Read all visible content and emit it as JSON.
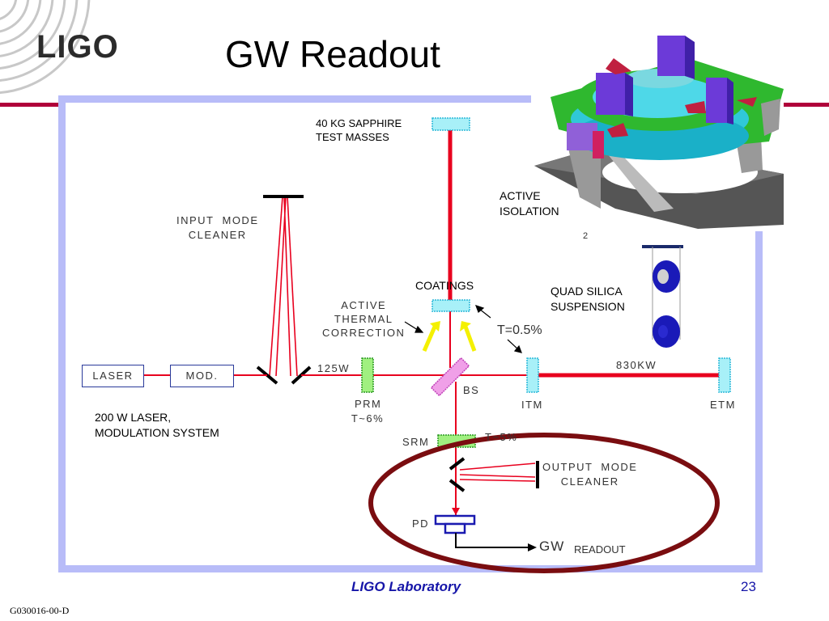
{
  "slide": {
    "title": "GW Readout",
    "logo": "LIGO",
    "footer_lab": "LIGO Laboratory",
    "page_number": "23",
    "doc_code": "G030016-00-D"
  },
  "diagram": {
    "test_masses": "40 KG SAPPHIRE\nTEST MASSES",
    "input_mode_cleaner": "INPUT  MODE\nCLEANER",
    "active_thermal_correction": "ACTIVE\nTHERMAL\nCORRECTION",
    "coatings": "COATINGS",
    "active_isolation": "ACTIVE\nISOLATION",
    "quad_suspension": "QUAD SILICA\nSUSPENSION",
    "transmission_itm": "T=0.5%",
    "power_125": "125W",
    "power_830": "830KW",
    "laser": "LASER",
    "mod": "MOD.",
    "laser_system": "200 W LASER,\nMODULATION SYSTEM",
    "prm": "PRM",
    "prm_t": "T~6%",
    "bs": "BS",
    "itm": "ITM",
    "etm": "ETM",
    "srm": "SRM",
    "srm_t": "T~5%",
    "output_mode_cleaner": "OUTPUT  MODE\nCLEANER",
    "pd": "PD",
    "gw": "GW",
    "readout": "READOUT",
    "stray_mark": "2"
  },
  "colors": {
    "beam": "#e8001e",
    "frame": "#b8bcf8",
    "ellipse": "#7a0d10",
    "mirror_cyan": "#a8f0f8",
    "mirror_green": "#a0f080",
    "bs_pink": "#f0a0e8",
    "accent_footer": "#1515a8"
  }
}
